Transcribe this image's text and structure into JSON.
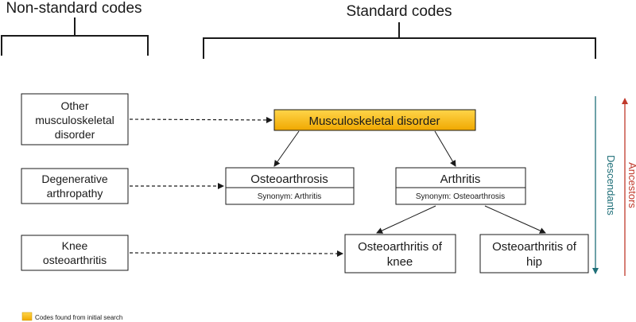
{
  "headers": {
    "non_standard": "Non-standard codes",
    "standard": "Standard codes"
  },
  "non_standard_codes": [
    {
      "lines": [
        "Other",
        "musculoskeletal",
        "disorder"
      ]
    },
    {
      "lines": [
        "Degenerative",
        "arthropathy"
      ]
    },
    {
      "lines": [
        "Knee",
        "osteoarthritis"
      ]
    }
  ],
  "standard_codes": {
    "musculoskeletal_disorder": {
      "label": "Musculoskeletal disorder",
      "highlighted": true
    },
    "osteoarthrosis": {
      "label": "Osteoarthrosis",
      "synonym": "Synonym: Arthritis"
    },
    "arthritis": {
      "label": "Arthritis",
      "synonym": "Synonym: Osteoarthrosis"
    },
    "oa_knee": {
      "lines": [
        "Osteoarthritis of",
        "knee"
      ]
    },
    "oa_hip": {
      "lines": [
        "Osteoarthritis of",
        "hip"
      ]
    }
  },
  "axes": {
    "descendants": "Descendants",
    "ancestors": "Ancestors"
  },
  "legend": {
    "label": "Codes found from initial search"
  },
  "colors": {
    "highlight_fill": "#F5B800",
    "descendants": "#1F6F78",
    "ancestors": "#C0392B"
  }
}
